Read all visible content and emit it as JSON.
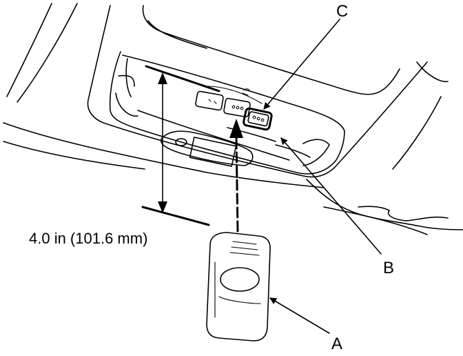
{
  "labels": {
    "a": "A",
    "b": "B",
    "c": "C"
  },
  "measurement": "4.0 in (101.6 mm)"
}
